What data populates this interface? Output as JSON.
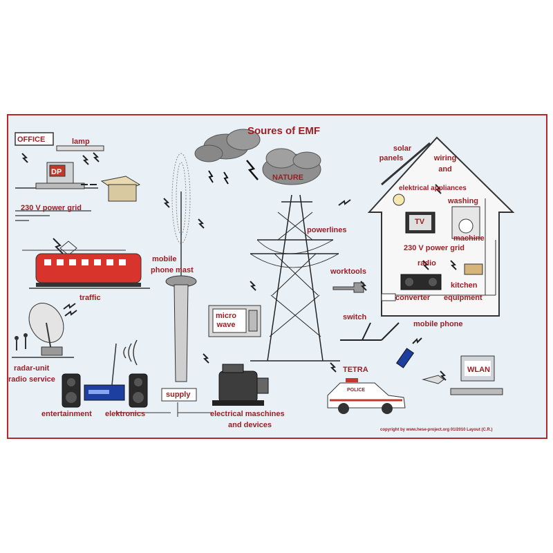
{
  "title": "Soures of EMF",
  "labels": {
    "office": "OFFICE",
    "lamp": "lamp",
    "dp": "DP",
    "power_grid_office": "230 V power grid",
    "traffic": "traffic",
    "radar": "radar-unit",
    "radio_service": "radio service",
    "entertainment": "entertainment",
    "elektronics": "elektronics",
    "supply": "supply",
    "mobile_phone_mast_1": "mobile",
    "mobile_phone_mast_2": "phone mast",
    "micro_wave_1": "micro",
    "micro_wave_2": "wave",
    "electrical_machines_1": "electrical maschines",
    "electrical_machines_2": "and devices",
    "nature": "NATURE",
    "powerlines": "powerlines",
    "worktools": "worktools",
    "switch": "switch",
    "tetra": "TETRA",
    "police": "POLICE",
    "solar_1": "solar",
    "solar_2": "panels",
    "wiring_1": "wiring",
    "wiring_2": "and",
    "electrical_appliances": "elektrical appliances",
    "washing": "washing",
    "machine": "machine",
    "tv": "TV",
    "power_grid_house": "230 V power grid",
    "radio": "radio",
    "kitchen_1": "kitchen",
    "kitchen_2": "equipment",
    "converter": "converter",
    "mobile_phone": "mobile phone",
    "wlan": "WLAN"
  },
  "copyright": "copyright by www.hese-project.org 01/2010   Layout (C.R.)",
  "colors": {
    "border": "#b4272b",
    "label": "#9a1f24",
    "background": "#e9f1f7",
    "train": "#d9342b"
  }
}
